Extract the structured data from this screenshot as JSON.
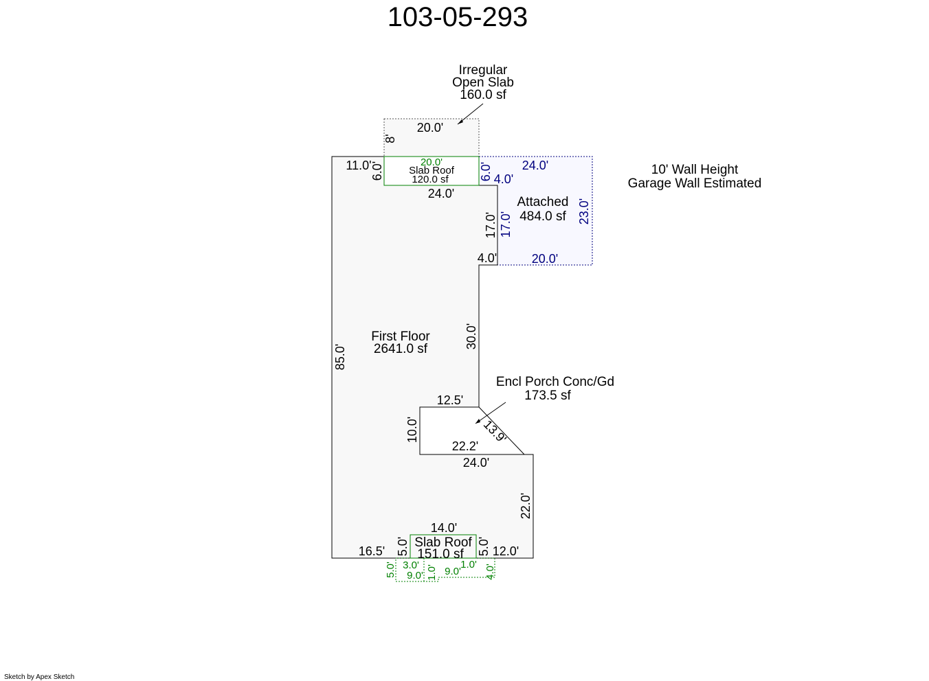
{
  "title": "103-05-293",
  "notes": {
    "line1": "10' Wall Height",
    "line2": "Garage Wall Estimated"
  },
  "areas": {
    "first_floor": {
      "name": "First Floor",
      "area": "2641.0 sf"
    },
    "garage": {
      "name": "Attached",
      "area": "484.0 sf"
    },
    "open_slab": {
      "line1": "Irregular",
      "line2": "Open Slab",
      "area": "160.0 sf"
    },
    "slab_roof_top": {
      "name": "Slab Roof",
      "area": "120.0 sf"
    },
    "porch": {
      "name": "Encl Porch Conc/Gd",
      "area": "173.5 sf"
    },
    "slab_roof_bottom": {
      "name": "Slab Roof",
      "area": "151.0 sf"
    }
  },
  "dimensions": {
    "open_slab_top": "20.0'",
    "open_slab_side": "8'",
    "ff_top_left": "11.0'",
    "ff_slab_side": "6.0'",
    "ff_24": "24.0'",
    "ff_17": "17.0'",
    "ff_4": "4.0'",
    "ff_30": "30.0'",
    "ff_85": "85.0'",
    "porch_125": "12.5'",
    "porch_10": "10.0'",
    "porch_222": "22.2'",
    "porch_139": "13.9'",
    "ff_24b": "24.0'",
    "ff_22": "22.0'",
    "ff_165": "16.5'",
    "ff_12": "12.0'",
    "sr_top": "20.0'",
    "sr_right": "6.0'",
    "gar_24": "24.0'",
    "gar_4": "4.0'",
    "gar_17": "17.0'",
    "gar_23": "23.0'",
    "gar_20": "20.0'",
    "srb_14": "14.0'",
    "srb_5a": "5.0'",
    "srb_5b": "5.0'",
    "p_5": "5.0'",
    "p_3": "3.0'",
    "p_9a": "9.0'",
    "p_1a": "1.0'",
    "p_9b": "9.0'",
    "p_1b": "1.0'",
    "p_4": "4.0'"
  },
  "credit": "Sketch by Apex Sketch",
  "colors": {
    "outline": "#000000",
    "fill": "#f8f8f8",
    "garage_fill": "#f8f8ff",
    "garage_line": "#00007f",
    "slab_line": "#008000"
  }
}
